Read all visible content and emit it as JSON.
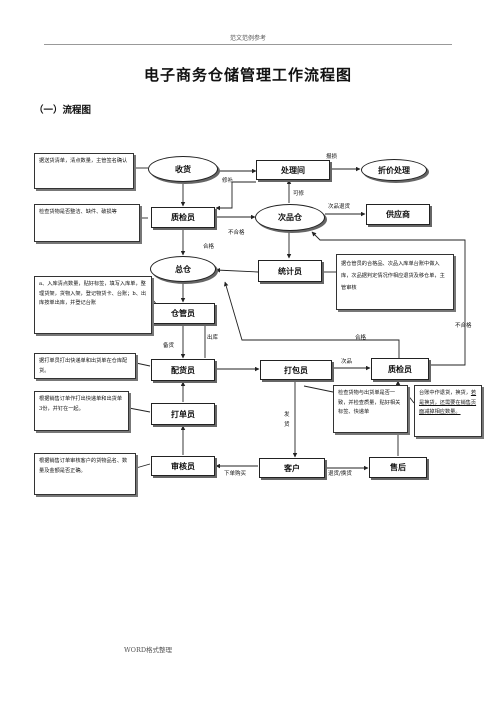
{
  "header": {
    "top": "范文范例参考",
    "footer": "WORD格式整理"
  },
  "title": "电子商务仓储管理工作流程图",
  "section": "（一）流程图",
  "nodes": {
    "shouhuo": "收货",
    "chulijian": "处理间",
    "zhejia": "折价处理",
    "zhijianyuan": "质检员",
    "cipincang": "次品仓",
    "gongyingshang": "供应商",
    "zongcang": "总仓",
    "tongjiyuan": "统计员",
    "cangguanyuan": "仓管员",
    "peihuoyuan": "配货员",
    "dabaoyuan": "打包员",
    "zhijianyuan2": "质检员",
    "dadanyuan": "打单员",
    "shenheyuan": "审核员",
    "kehu": "客户",
    "shouhou": "售后"
  },
  "notes": {
    "n1": "据送货清单，清点数量，主管签名确认",
    "n2": "检查货物是否整洁、缺件、破损等",
    "n3": "a、入库清点数量，贴好标签，填写入库单，整理货架，货物入架，登记物货卡、台账；b、出库按单出库，并登记台账",
    "n4": "据仓管员的合格品、次品入库单台账中做入库，次品据判定情况作相应退货及移仓单，主管审核",
    "n5": "据打单员打出快递单和出货单在仓库配货。",
    "n6": "根据销售订单作打出快递单和出货单3份，并钉在一起。",
    "n7": "检查货物与出货单是否一致，并检查质量，贴好相关标签、快递单",
    "n8a": "台账中作退货，换货，",
    "n8b": "若是换货，还需要在销售页面减掉相应数量。",
    "n9": "根据销售订单审核客户的货物品名、数量及金额是否正确。"
  },
  "labels": {
    "baosun": "报损",
    "xiubu": "修补",
    "kexiu": "可修",
    "cipintuihuo": "次品退货",
    "buhege": "不合格",
    "hege1": "合格",
    "beihuo": "备货",
    "chuku": "出库",
    "hege2": "合格",
    "buhege2": "不合格",
    "cipin": "次品",
    "fahuo": "发货",
    "xiadangoumai": "下单购买",
    "tuihuohuanhuo": "退货/换货"
  }
}
